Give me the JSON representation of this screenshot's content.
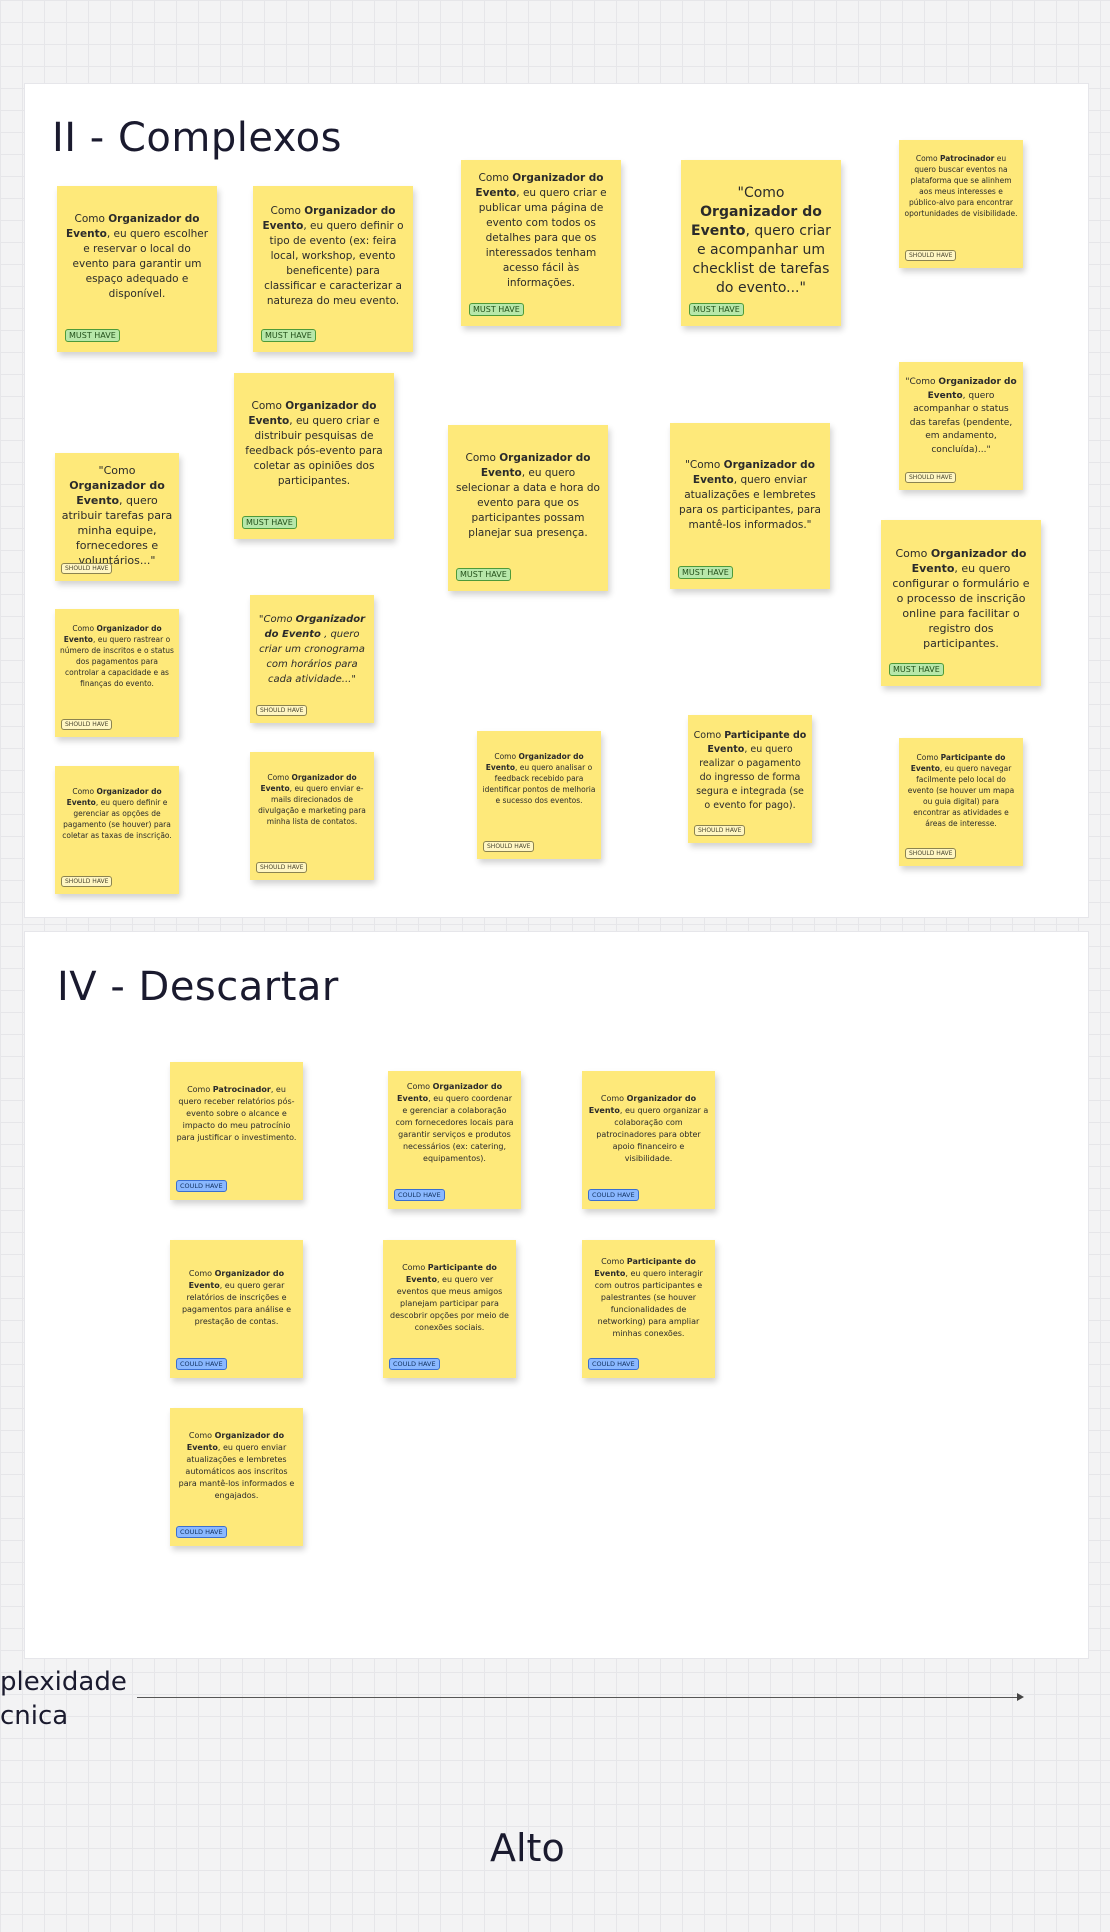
{
  "frames": {
    "complexos_title": "II - Complexos",
    "descartar_title": "IV - Descartar"
  },
  "tags": {
    "must": "MUST HAVE",
    "should": "SHOULD HAVE",
    "could": "COULD HAVE"
  },
  "notes": {
    "n1": {
      "pre": "Como ",
      "bold": "Organizador do Evento",
      "post": ", eu quero escolher e reservar o local do evento para garantir um espaço adequado e disponível."
    },
    "n2": {
      "pre": "Como ",
      "bold": "Organizador do Evento",
      "post": ", eu quero definir o tipo de evento (ex: feira local, workshop, evento beneficente) para classificar e caracterizar a natureza do meu evento."
    },
    "n3": {
      "pre": "Como ",
      "bold": "Organizador do Evento",
      "post": ", eu quero criar e publicar uma página de evento com todos os detalhes para que os interessados tenham acesso fácil às informações."
    },
    "n4": {
      "pre": "\"Como ",
      "bold": "Organizador do Evento",
      "post": ", quero criar e acompanhar um checklist de tarefas do evento...\""
    },
    "n5": {
      "pre": "Como ",
      "bold": "Patrocinador",
      "post": " eu quero buscar eventos na plataforma que se alinhem aos meus interesses e público-alvo para encontrar oportunidades de visibilidade."
    },
    "n6": {
      "pre": "Como ",
      "bold": "Organizador do Evento",
      "post": ", eu quero criar e distribuir pesquisas de feedback pós-evento para coletar as opiniões dos participantes."
    },
    "n7": {
      "pre": "\"Como ",
      "bold": "Organizador do Evento",
      "post": ", quero acompanhar o status das tarefas (pendente, em andamento, concluída)...\""
    },
    "n8": {
      "pre": "\"Como ",
      "bold": "Organizador do Evento",
      "post": ", quero atribuir tarefas para minha equipe, fornecedores e voluntários...\""
    },
    "n9": {
      "pre": "Como ",
      "bold": "Organizador do Evento",
      "post": ", eu quero selecionar a data e hora do evento para que os participantes possam planejar sua presença."
    },
    "n10": {
      "pre": "\"Como ",
      "bold": "Organizador do Evento",
      "post": ", quero enviar atualizações e lembretes para os participantes, para mantê-los informados.\""
    },
    "n11": {
      "pre": "Como ",
      "bold": "Organizador do Evento",
      "post": ", eu quero configurar o formulário e o processo de inscrição online para facilitar o registro dos participantes."
    },
    "n12": {
      "pre": "Como ",
      "bold": "Organizador do Evento",
      "post": ", eu quero rastrear o número de inscritos e o status dos pagamentos para controlar a capacidade e as finanças do evento."
    },
    "n13": {
      "pre": "\"Como ",
      "bold": "Organizador do Evento",
      "post": " , quero criar um cronograma com horários para cada atividade...\""
    },
    "n14": {
      "pre": "Como ",
      "bold": "Participante do Evento",
      "post": ", eu quero realizar o pagamento do ingresso de forma segura e integrada (se o evento for pago)."
    },
    "n15": {
      "pre": "Como ",
      "bold": "Organizador do Evento",
      "post": ", eu quero analisar o feedback recebido para identificar pontos de melhoria e sucesso dos eventos."
    },
    "n16": {
      "pre": "Como ",
      "bold": "Participante do Evento",
      "post": ", eu quero navegar facilmente pelo local do evento (se houver um mapa ou guia digital) para encontrar as atividades e áreas de interesse."
    },
    "n17": {
      "pre": "Como ",
      "bold": "Organizador do Evento",
      "post": ", eu quero definir e gerenciar as opções de pagamento (se houver) para coletar as taxas de inscrição."
    },
    "n18": {
      "pre": "Como ",
      "bold": "Organizador do Evento",
      "post": ", eu quero enviar e-mails direcionados de divulgação e marketing para minha lista de contatos."
    },
    "d1": {
      "pre": "Como ",
      "bold": "Patrocinador",
      "post": ", eu quero receber relatórios pós-evento sobre o alcance e impacto do meu patrocínio para justificar o investimento."
    },
    "d2": {
      "pre": "Como ",
      "bold": "Organizador do Evento",
      "post": ", eu quero coordenar e gerenciar a colaboração com fornecedores locais para garantir serviços e produtos necessários (ex: catering, equipamentos)."
    },
    "d3": {
      "pre": "Como ",
      "bold": "Organizador do Evento",
      "post": ", eu quero organizar a colaboração com patrocinadores para obter apoio financeiro e visibilidade."
    },
    "d4": {
      "pre": "Como ",
      "bold": "Organizador do Evento",
      "post": ", eu quero gerar relatórios de inscrições e pagamentos para análise e prestação de contas."
    },
    "d5": {
      "pre": "Como ",
      "bold": "Participante do Evento",
      "post": ", eu quero ver eventos que meus amigos planejam participar para descobrir opções por meio de conexões sociais."
    },
    "d6": {
      "pre": "Como ",
      "bold": "Participante do Evento",
      "post": ", eu quero interagir com outros participantes e palestrantes (se houver funcionalidades de networking) para ampliar minhas conexões."
    },
    "d7": {
      "pre": "Como ",
      "bold": "Organizador do Evento",
      "post": ", eu quero enviar atualizações e lembretes automáticos aos inscritos para mantê-los informados e engajados."
    }
  },
  "axis": {
    "label_line1": "plexidade",
    "label_line2": "cnica",
    "alto": "Alto"
  }
}
